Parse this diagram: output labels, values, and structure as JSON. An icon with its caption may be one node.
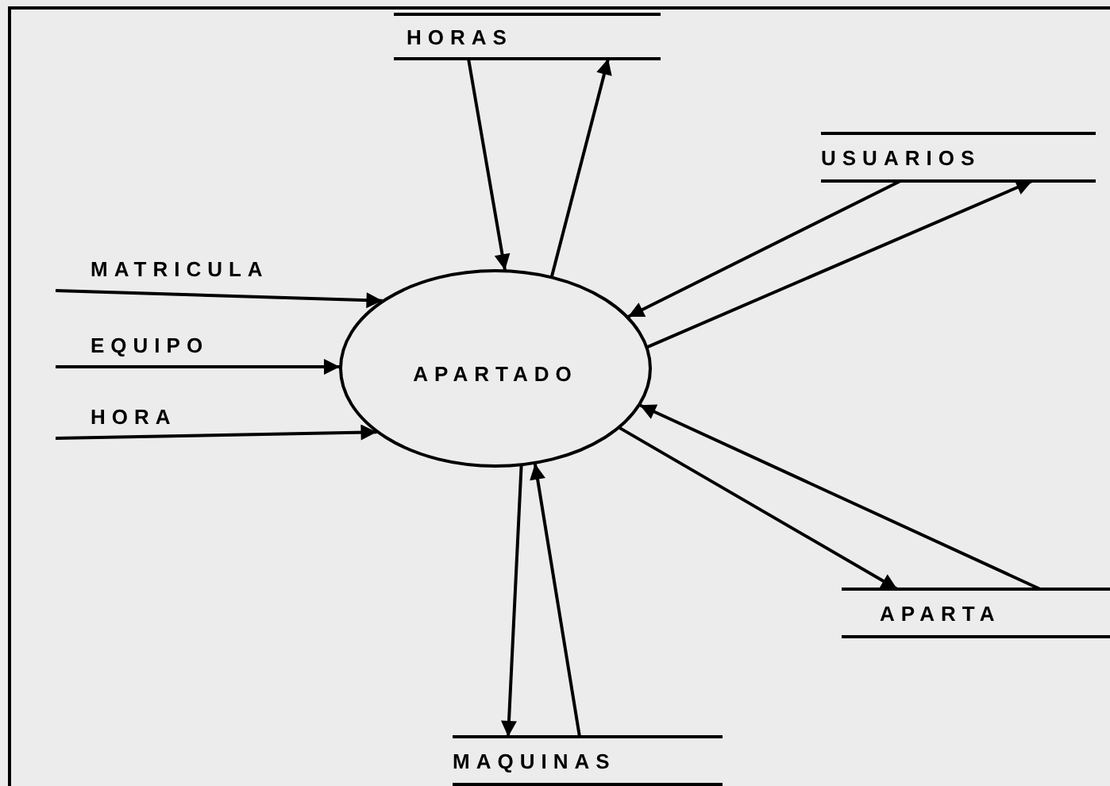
{
  "diagram": {
    "nodes": [
      {
        "text": [
          "HORAS"
        ]
      },
      {
        "text": [
          "USUARIOS"
        ]
      },
      {
        "text": [
          "APARTADO"
        ]
      },
      {
        "text": [
          "APARTA"
        ]
      },
      {
        "text": [
          "MAQUINAS"
        ]
      }
    ],
    "edges": [
      {
        "from": null,
        "to": 2,
        "arrow": "to",
        "label": "MATRICULA"
      },
      {
        "from": null,
        "to": 2,
        "arrow": "to",
        "label": "EQUIPO"
      },
      {
        "from": null,
        "to": 2,
        "arrow": "to",
        "label": "HORA"
      },
      {
        "from": 0,
        "to": 2,
        "arrow": "to"
      },
      {
        "from": 2,
        "to": 0,
        "arrow": "to"
      },
      {
        "from": 1,
        "to": 2,
        "arrow": "to"
      },
      {
        "from": 2,
        "to": 1,
        "arrow": "to"
      },
      {
        "from": 3,
        "to": 2,
        "arrow": "to"
      },
      {
        "from": 2,
        "to": 3,
        "arrow": "to"
      },
      {
        "from": 2,
        "to": 4,
        "arrow": "to"
      },
      {
        "from": 4,
        "to": 2,
        "arrow": "to"
      }
    ]
  }
}
